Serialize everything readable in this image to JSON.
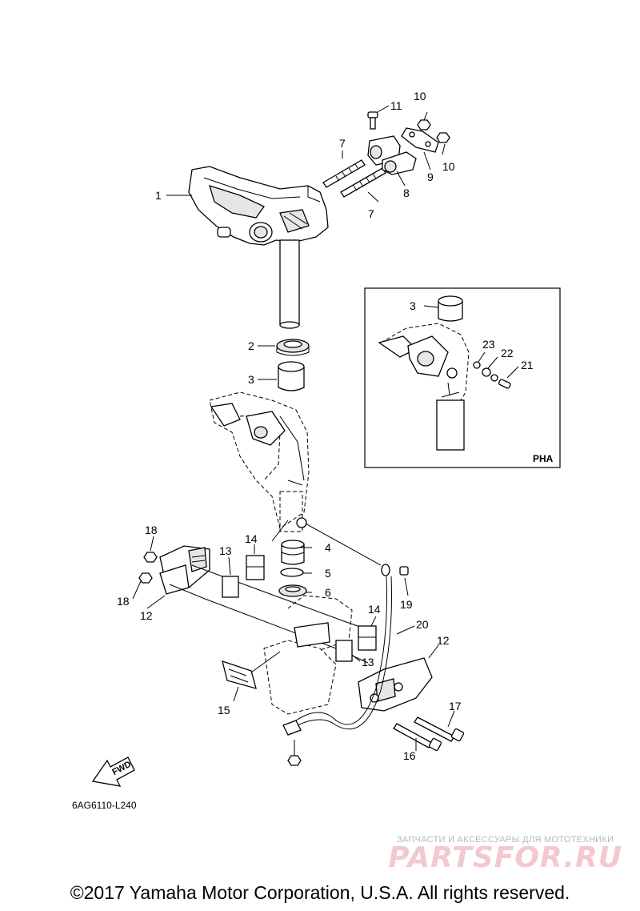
{
  "callouts": {
    "c1": "1",
    "c2": "2",
    "c3": "3",
    "c4": "4",
    "c5": "5",
    "c6": "6",
    "c7": "7",
    "c8": "8",
    "c9": "9",
    "c10": "10",
    "c11": "11",
    "c12": "12",
    "c13": "13",
    "c14": "14",
    "c15": "15",
    "c16": "16",
    "c17": "17",
    "c18": "18",
    "c19": "19",
    "c20": "20",
    "c21": "21",
    "c22": "22",
    "c23": "23"
  },
  "inset": {
    "label": "PHA"
  },
  "fwd_label": "FWD",
  "diagram_code": "6AG6110-L240",
  "watermark": {
    "tagline": "ЗАПЧАСТИ И АКСЕССУАРЫ ДЛЯ МОТОТЕХНИКИ",
    "brand": "PARTSFOR.RU"
  },
  "copyright": "©2017 Yamaha Motor Corporation, U.S.A. All rights reserved."
}
